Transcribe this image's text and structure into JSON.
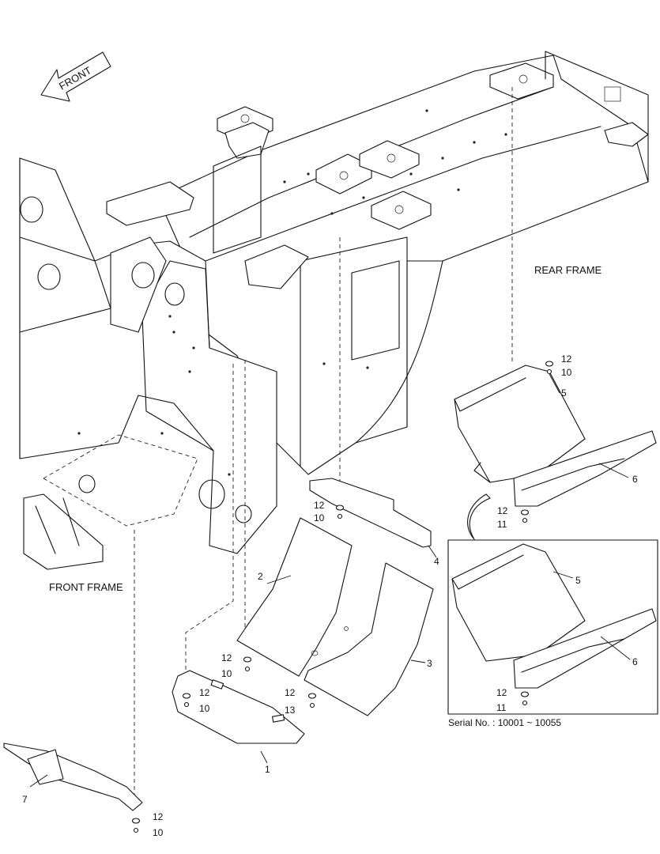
{
  "labels": {
    "front_arrow": "FRONT",
    "rear_frame": "REAR FRAME",
    "front_frame": "FRONT FRAME",
    "serial": "Serial No. : 10001 ~ 10055"
  },
  "callouts": {
    "c1": "1",
    "c2": "2",
    "c3": "3",
    "c4": "4",
    "c5": "5",
    "c6": "6",
    "c7": "7",
    "c5b": "5",
    "c6b": "6",
    "c12a": "12",
    "c10a": "10",
    "c12b": "12",
    "c11a": "11",
    "c12c": "12",
    "c10b": "10",
    "c12d": "12",
    "c10c": "10",
    "c12e": "12",
    "c10d": "10",
    "c12f": "12",
    "c13a": "13",
    "c12g": "12",
    "c10e": "10",
    "c12h": "12",
    "c11b": "11"
  }
}
